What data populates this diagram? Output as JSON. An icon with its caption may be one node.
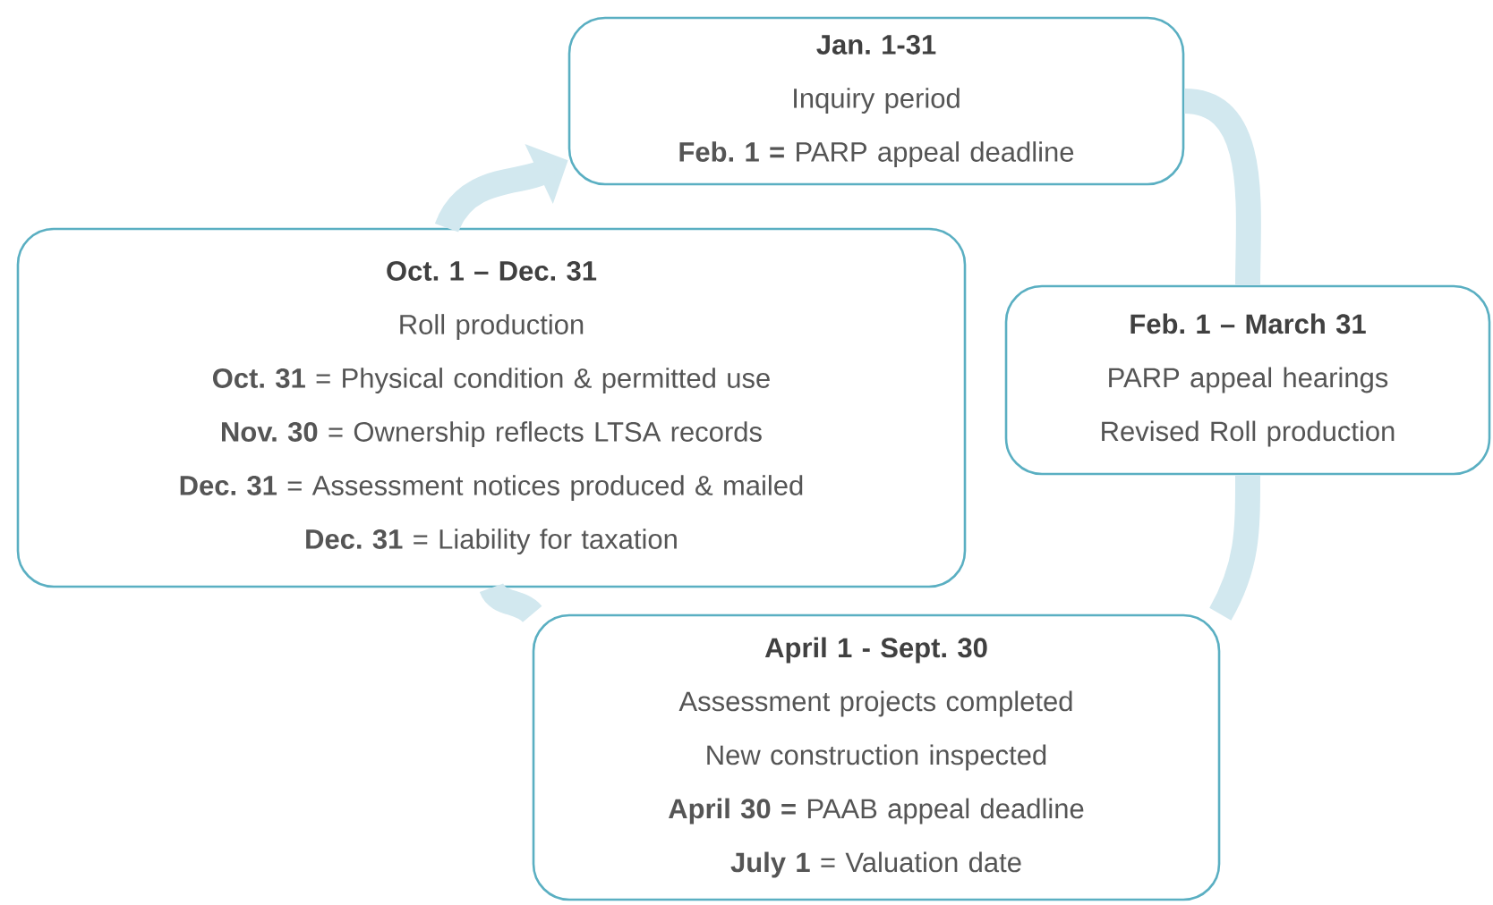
{
  "diagram": {
    "nodes": [
      {
        "text": [
          "Jan. 1-31",
          "Inquiry period",
          "**Feb. 1 =** PARP appeal deadline"
        ]
      },
      {
        "text": [
          "Oct. 1 – Dec. 31",
          "Roll production",
          "**Oct. 31** = Physical condition & permitted use",
          "**Nov. 30** = Ownership reflects LTSA records",
          "**Dec. 31** = Assessment notices produced & mailed",
          "**Dec. 31** = Liability for taxation"
        ]
      },
      {
        "text": [
          "Feb. 1 – March 31",
          "PARP appeal hearings",
          "Revised Roll production"
        ]
      },
      {
        "text": [
          "April 1 - Sept. 30",
          "Assessment projects completed",
          "New construction inspected",
          "**April 30 =** PAAB appeal deadline",
          "**July 1** = Valuation date"
        ]
      }
    ],
    "edges": [
      {
        "from": 0,
        "to": 2,
        "arrow": "none"
      },
      {
        "from": 2,
        "to": 3,
        "arrow": "none"
      },
      {
        "from": 3,
        "to": 1,
        "arrow": "none"
      },
      {
        "from": 1,
        "to": 0,
        "arrow": "to"
      }
    ]
  }
}
